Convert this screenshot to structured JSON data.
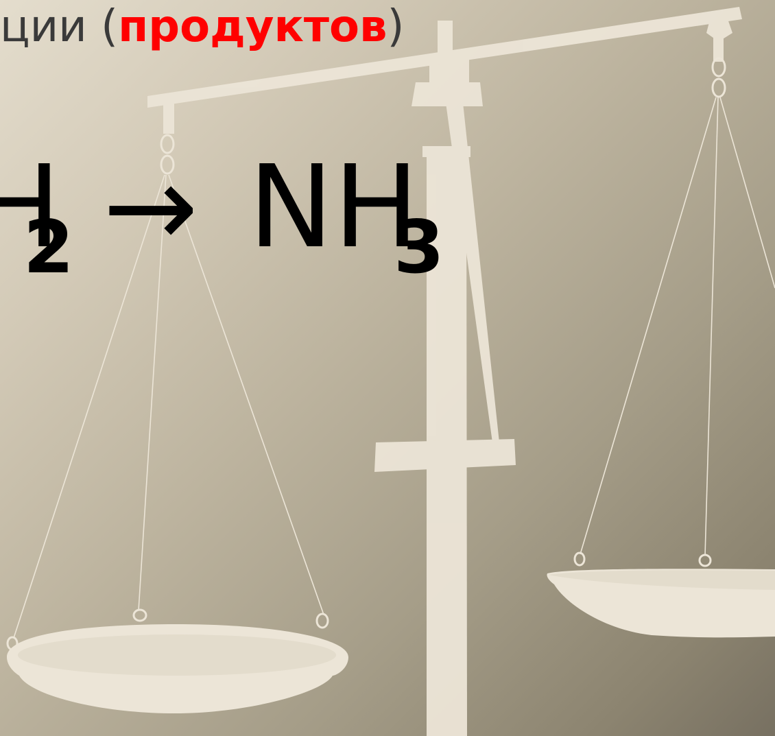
{
  "slide": {
    "heading": {
      "prefix": "ции (",
      "highlight": "продуктов",
      "suffix": ")"
    },
    "equation": {
      "left_fragment": "H",
      "left_subscript": "2",
      "arrow": "→",
      "product": "NH",
      "product_subscript": "3"
    }
  },
  "colors": {
    "highlight": "#ff0000",
    "balance": "#ece5d7",
    "text": "#000000",
    "heading_text": "#3a3a3a"
  },
  "decor": {
    "background_image": "balance-scale-icon"
  }
}
